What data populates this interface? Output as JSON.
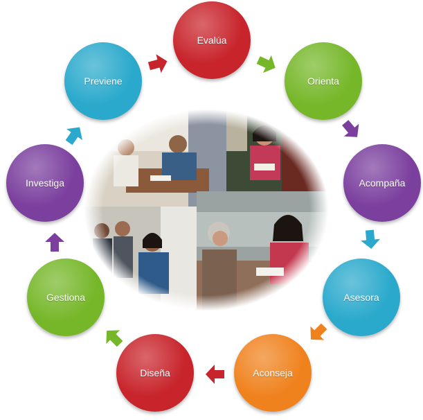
{
  "nodes": [
    {
      "key": "evalua",
      "label": "Evalúa",
      "color": "#c8242b"
    },
    {
      "key": "orienta",
      "label": "Orienta",
      "color": "#76b72a"
    },
    {
      "key": "acompana",
      "label": "Acompaña",
      "color": "#7b3f9e"
    },
    {
      "key": "asesora",
      "label": "Asesora",
      "color": "#2aa9cc"
    },
    {
      "key": "aconseja",
      "label": "Aconseja",
      "color": "#f0821e"
    },
    {
      "key": "disena",
      "label": "Diseña",
      "color": "#c8242b"
    },
    {
      "key": "gestiona",
      "label": "Gestiona",
      "color": "#76b72a"
    },
    {
      "key": "investiga",
      "label": "Investiga",
      "color": "#7b3f9e"
    },
    {
      "key": "previene",
      "label": "Previene",
      "color": "#2aa9cc"
    }
  ],
  "arrow_colors": [
    "#c8242b",
    "#76b72a",
    "#7b3f9e",
    "#2aa9cc",
    "#f0821e",
    "#c8242b",
    "#76b72a",
    "#7b3f9e",
    "#2aa9cc"
  ]
}
